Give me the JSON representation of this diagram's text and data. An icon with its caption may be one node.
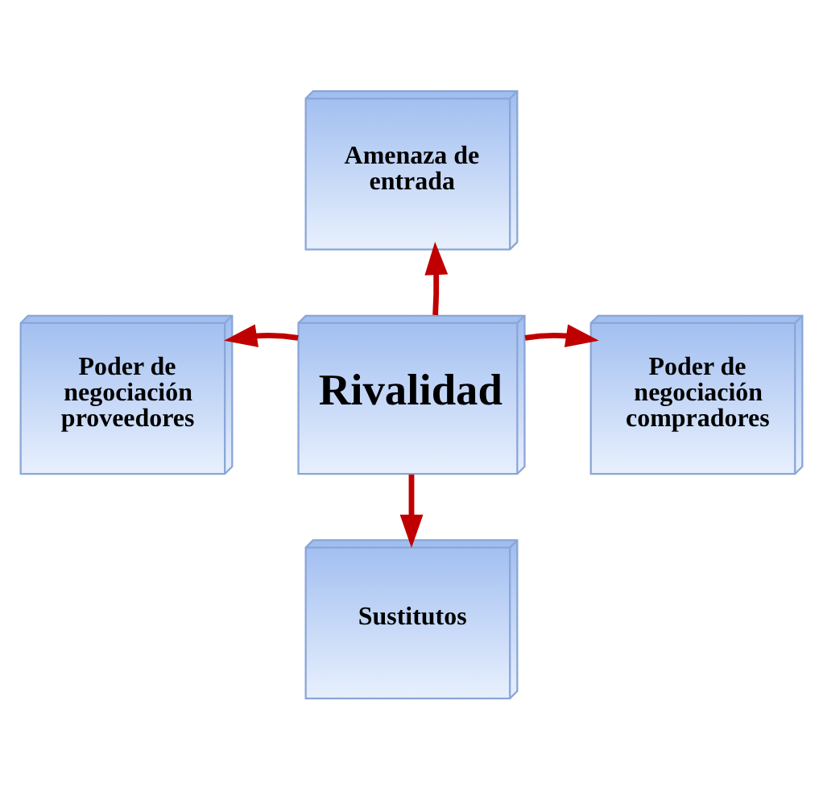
{
  "diagram": {
    "nodes": [
      {
        "text": [
          "Amenaza de entrada"
        ]
      },
      {
        "text": [
          "Poder de negociación proveedores"
        ]
      },
      {
        "text": [
          "Rivalidad"
        ]
      },
      {
        "text": [
          "Poder de negociación compradores"
        ]
      },
      {
        "text": [
          "Sustitutos"
        ]
      }
    ],
    "edges": [
      {
        "from": 2,
        "to": 0,
        "arrow": "to"
      },
      {
        "from": 2,
        "to": 1,
        "arrow": "to"
      },
      {
        "from": 2,
        "to": 3,
        "arrow": "to"
      },
      {
        "from": 2,
        "to": 4,
        "arrow": "to"
      }
    ]
  }
}
